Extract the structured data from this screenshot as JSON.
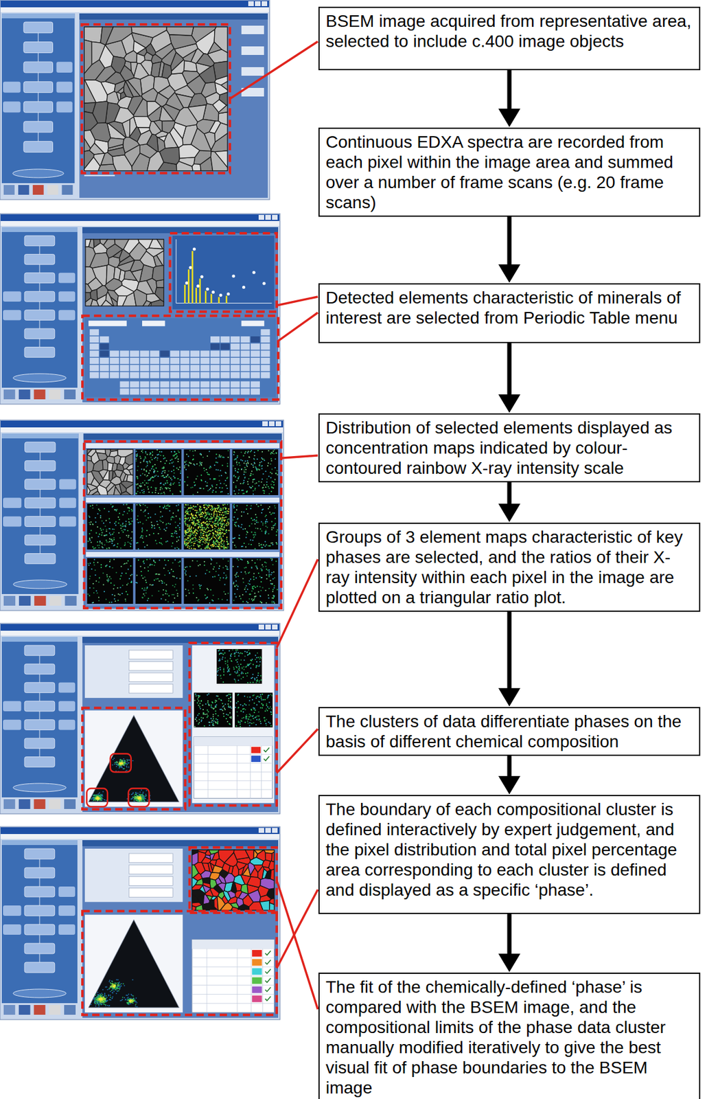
{
  "diagram": {
    "nodes": [
      {
        "text": [
          "BSEM image acquired from representative area, selected to include c.400 image objects"
        ]
      },
      {
        "text": [
          "Continuous EDXA spectra are recorded from each pixel within the image area and summed over a number of frame scans (e.g. 20 frame scans)"
        ]
      },
      {
        "text": [
          "Detected elements characteristic of minerals of interest are selected from Periodic Table menu"
        ]
      },
      {
        "text": [
          "Distribution of selected elements displayed as concentration maps indicated by colour-contoured rainbow X-ray intensity scale"
        ]
      },
      {
        "text": [
          "Groups of 3 element maps characteristic of key phases are selected, and the ratios of their X-ray intensity within each pixel in the image are plotted on a triangular ratio plot."
        ]
      },
      {
        "text": [
          "The clusters of data differentiate phases on the basis of different chemical composition"
        ]
      },
      {
        "text": [
          "The boundary of each compositional cluster is defined interactively by expert judgement, and the pixel distribution and total pixel percentage area corresponding to each cluster is defined and displayed as a specific ‘phase’."
        ]
      },
      {
        "text": [
          "The fit of the chemically-defined ‘phase’ is compared with the BSEM image, and the compositional limits of the phase data cluster manually modified iteratively to give the best visual fit of phase boundaries to the BSEM image"
        ]
      }
    ],
    "edges": [
      {
        "from": 0,
        "to": 1,
        "arrow": "to"
      },
      {
        "from": 1,
        "to": 2,
        "arrow": "to"
      },
      {
        "from": 2,
        "to": 3,
        "arrow": "to"
      },
      {
        "from": 3,
        "to": 4,
        "arrow": "to"
      },
      {
        "from": 4,
        "to": 5,
        "arrow": "to"
      },
      {
        "from": 5,
        "to": 6,
        "arrow": "to"
      },
      {
        "from": 6,
        "to": 7,
        "arrow": "to"
      }
    ]
  }
}
